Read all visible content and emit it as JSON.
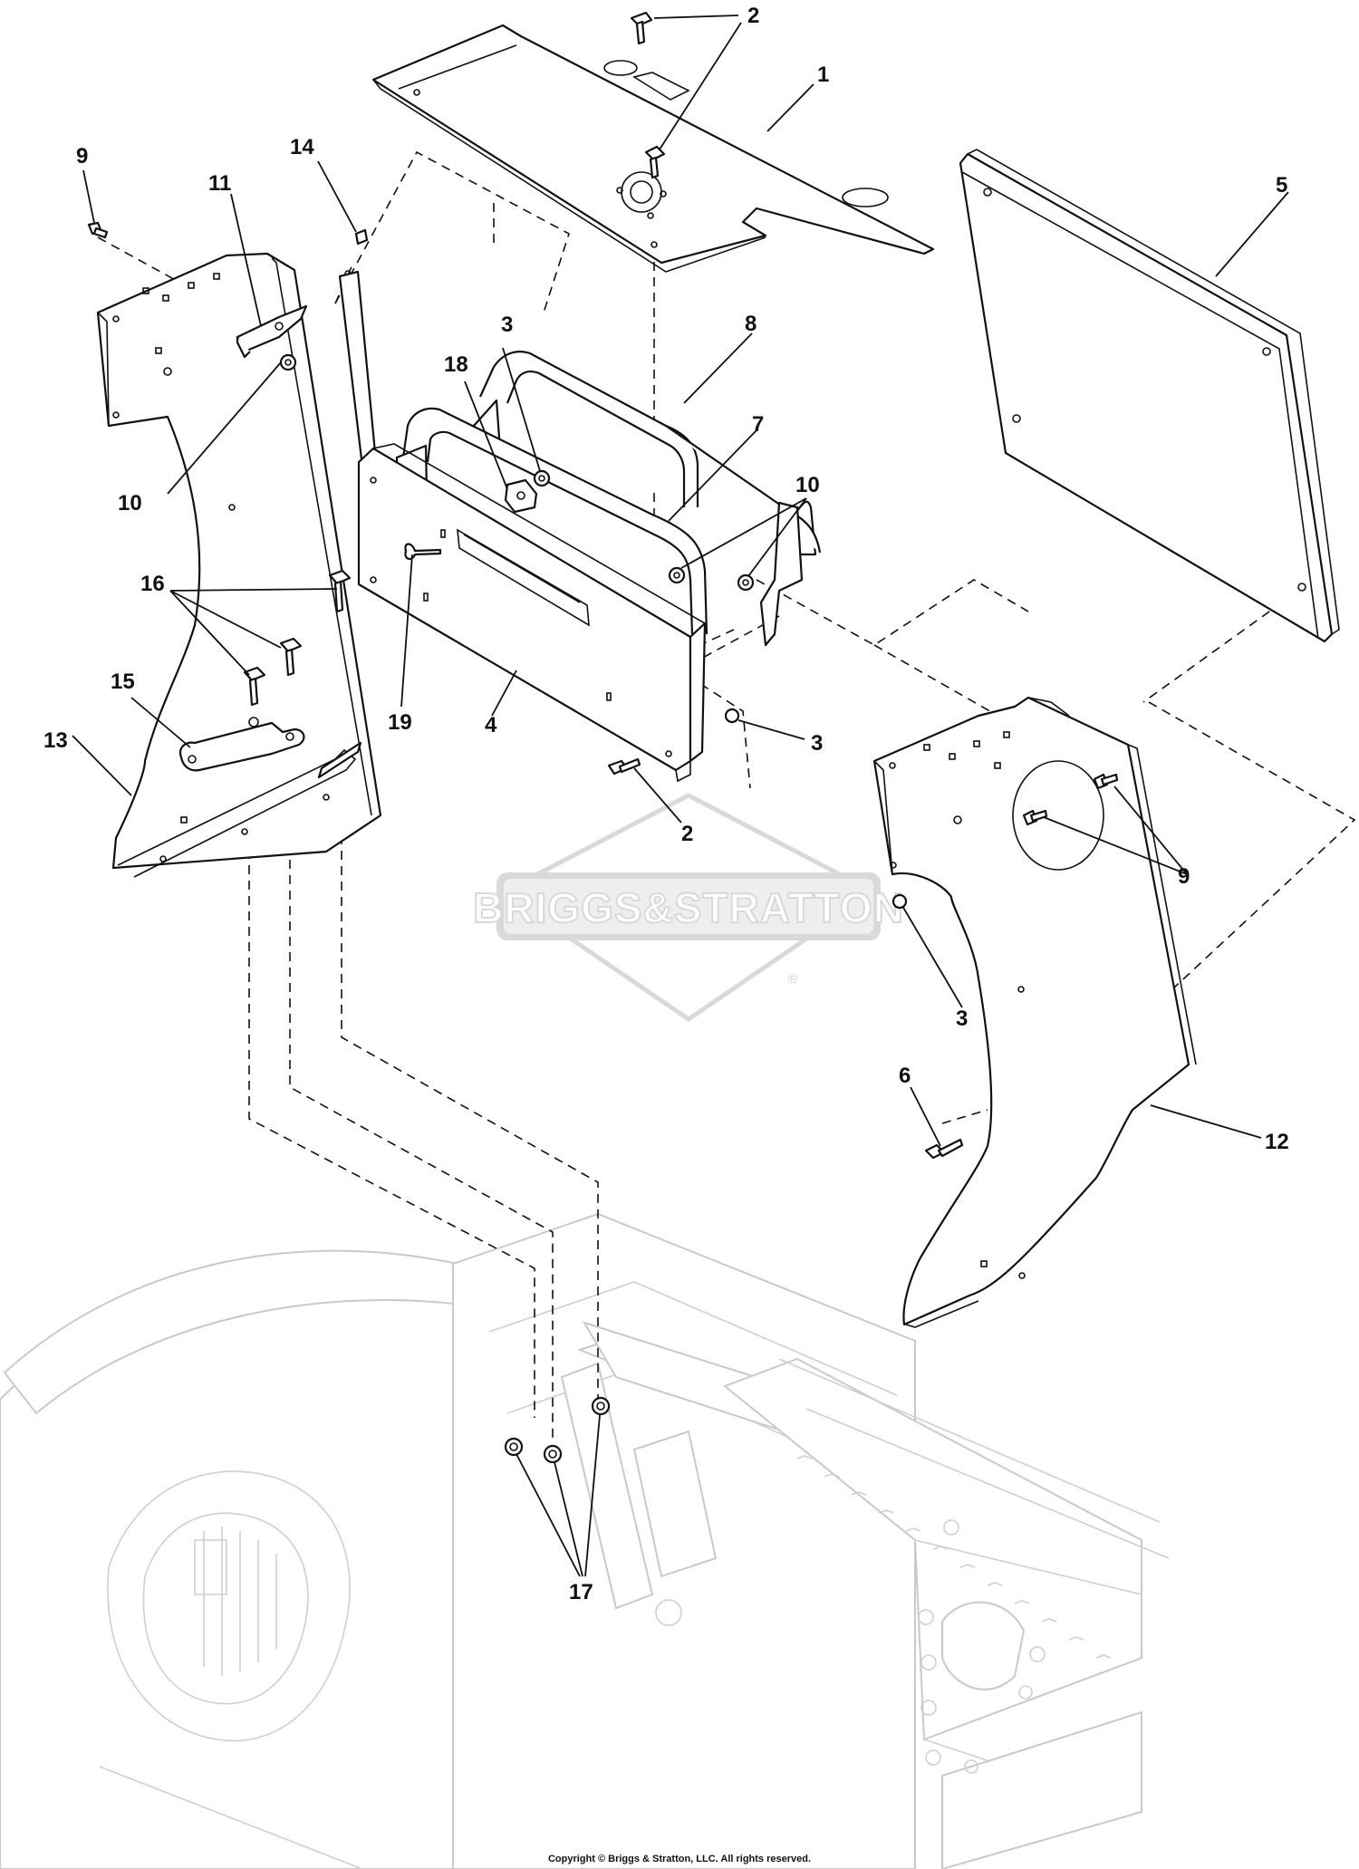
{
  "callouts": {
    "c1": "1",
    "c2a": "2",
    "c2b": "2",
    "c3a": "3",
    "c3b": "3",
    "c3c": "3",
    "c4": "4",
    "c5": "5",
    "c6": "6",
    "c7": "7",
    "c8": "8",
    "c9a": "9",
    "c9b": "9",
    "c10a": "10",
    "c10b": "10",
    "c11": "11",
    "c12": "12",
    "c13": "13",
    "c14": "14",
    "c15": "15",
    "c16": "16",
    "c17": "17",
    "c18": "18",
    "c19": "19"
  },
  "watermark": {
    "text": "BRIGGS&STRATTON",
    "mark": "®"
  },
  "copyright": "Copyright © Briggs & Stratton, LLC. All rights reserved."
}
